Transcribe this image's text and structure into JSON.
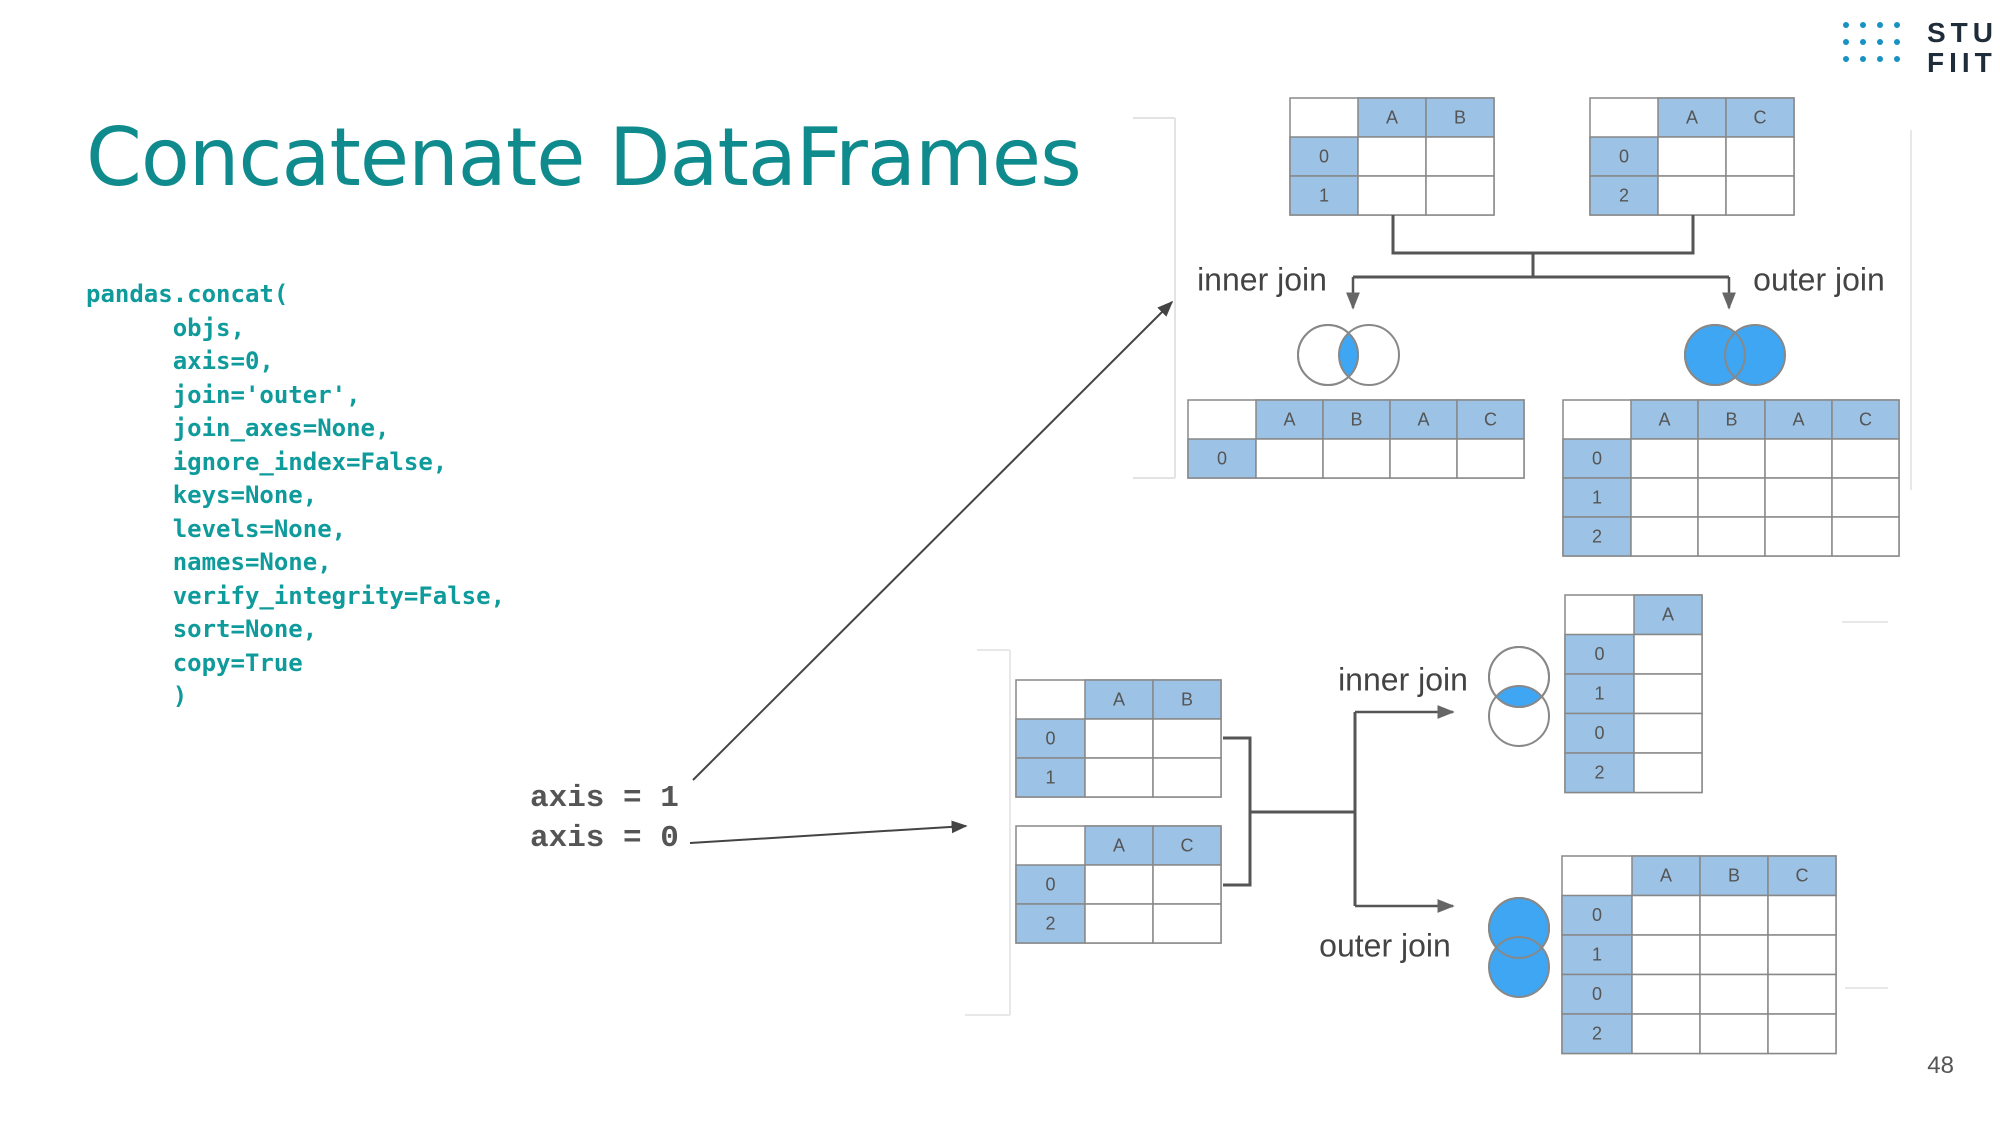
{
  "slide": {
    "title": "Concatenate DataFrames",
    "page_number": "48"
  },
  "logo": {
    "line1": "STU",
    "line2": "FIIT"
  },
  "code": [
    "pandas.concat(",
    "      objs,",
    "      axis=0,",
    "      join='outer',",
    "      join_axes=None,",
    "      ignore_index=False,",
    "      keys=None,",
    "      levels=None,",
    "      names=None,",
    "      verify_integrity=False,",
    "      sort=None,",
    "      copy=True",
    "      )"
  ],
  "axis_labels": {
    "axis1": "axis = 1",
    "axis0": "axis = 0"
  },
  "colors": {
    "accent": "#0f8b8d",
    "code": "#0f9b9b",
    "header_fill": "#9cc2e5",
    "venn_fill": "#3ea6f2"
  },
  "diagram_top": {
    "inner_label": "inner join",
    "outer_label": "outer join",
    "left_input": {
      "columns": [
        "A",
        "B"
      ],
      "index": [
        "0",
        "1"
      ]
    },
    "right_input": {
      "columns": [
        "A",
        "C"
      ],
      "index": [
        "0",
        "2"
      ]
    },
    "inner_result": {
      "columns": [
        "A",
        "B",
        "A",
        "C"
      ],
      "index": [
        "0"
      ]
    },
    "outer_result": {
      "columns": [
        "A",
        "B",
        "A",
        "C"
      ],
      "index": [
        "0",
        "1",
        "2"
      ]
    }
  },
  "diagram_bottom": {
    "inner_label": "inner join",
    "outer_label": "outer join",
    "top_input": {
      "columns": [
        "A",
        "B"
      ],
      "index": [
        "0",
        "1"
      ]
    },
    "bottom_input": {
      "columns": [
        "A",
        "C"
      ],
      "index": [
        "0",
        "2"
      ]
    },
    "inner_result": {
      "columns": [
        "A"
      ],
      "index": [
        "0",
        "1",
        "0",
        "2"
      ]
    },
    "outer_result": {
      "columns": [
        "A",
        "B",
        "C"
      ],
      "index": [
        "0",
        "1",
        "0",
        "2"
      ]
    }
  }
}
